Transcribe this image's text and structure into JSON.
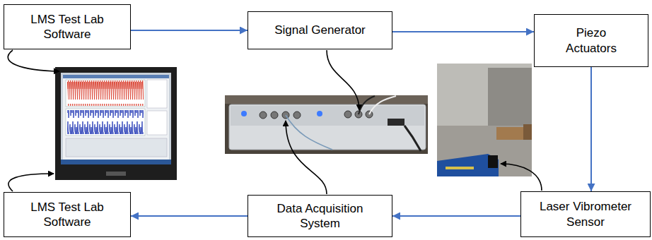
{
  "diagram": {
    "nodes": [
      {
        "text": [
          "LMS Test Lab Software"
        ]
      },
      {
        "text": [
          "Signal Generator"
        ]
      },
      {
        "text": [
          "Piezo Actuators"
        ]
      },
      {
        "text": [
          "LMS Test Lab Software"
        ]
      },
      {
        "text": [
          "Data Acquisition System"
        ]
      },
      {
        "text": [
          "Laser Vibrometer Sensor"
        ]
      }
    ],
    "edges": [
      {
        "from": 0,
        "to": 1,
        "arrow": "to"
      },
      {
        "from": 1,
        "to": 2,
        "arrow": "to"
      },
      {
        "from": 2,
        "to": 5,
        "arrow": "to"
      },
      {
        "from": 5,
        "to": 4,
        "arrow": "to"
      },
      {
        "from": 4,
        "to": 3,
        "arrow": "to"
      }
    ]
  }
}
